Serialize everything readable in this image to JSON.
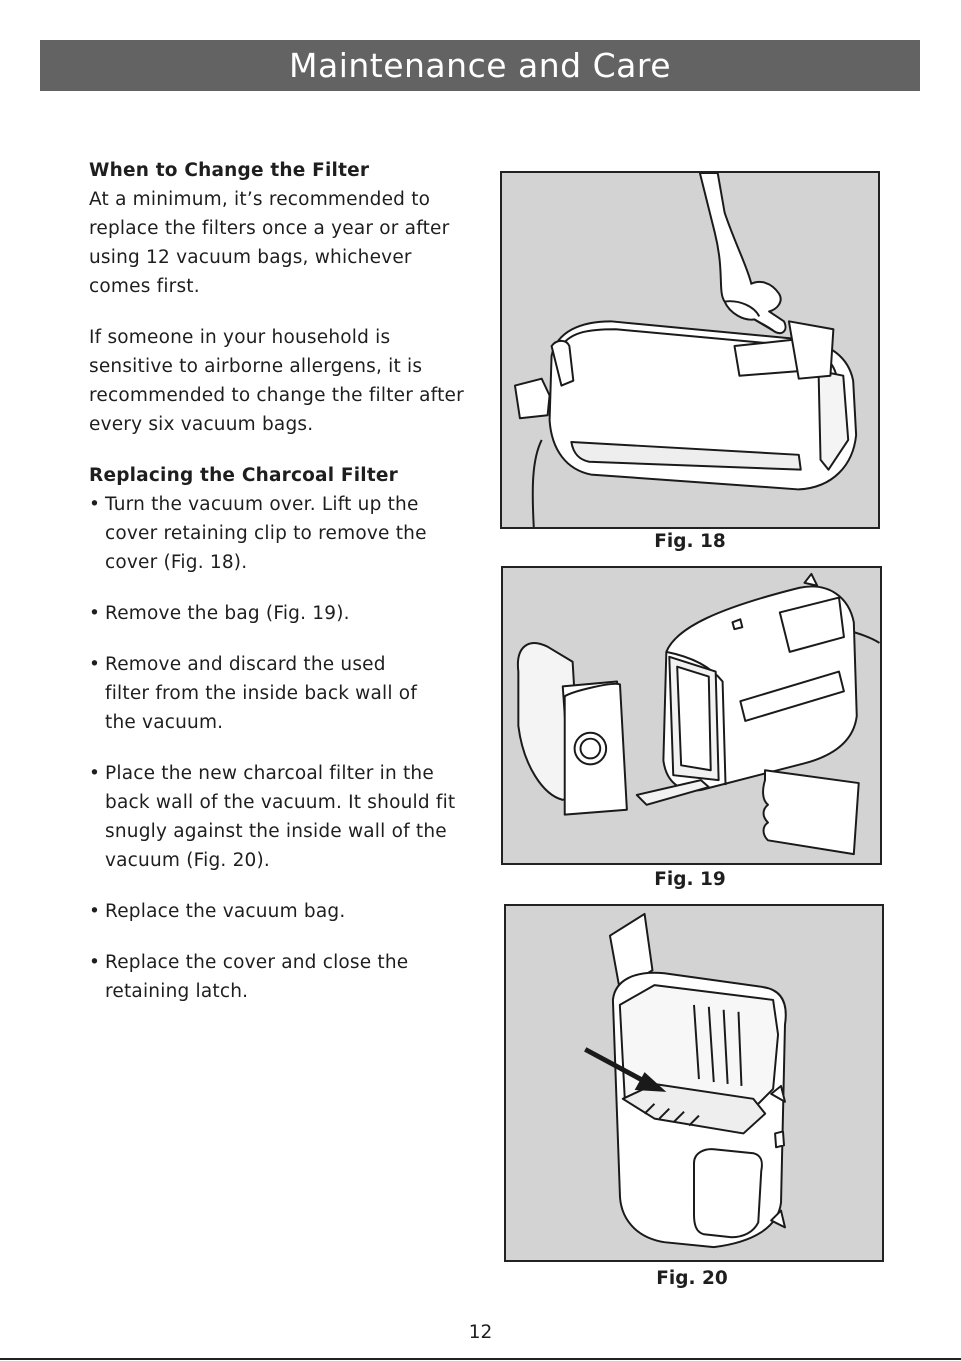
{
  "header": {
    "title": "Maintenance and Care"
  },
  "section1": {
    "heading": "When to Change the Filter",
    "para1_lines": [
      "At a minimum, it’s recommended to",
      "replace the filters once a year or after",
      "using 12 vacuum bags, whichever",
      "comes first."
    ],
    "para2_lines": [
      "If someone in your household is",
      "sensitive to airborne allergens, it is",
      "recommended to change the filter after",
      "every six vacuum bags."
    ]
  },
  "section2": {
    "heading": "Replacing the Charcoal Filter",
    "bullet_char": "•",
    "bullets": [
      [
        "Turn the vacuum over. Lift up the",
        "cover retaining clip to remove the",
        "cover (Fig. 18)."
      ],
      [
        "Remove the bag (Fig. 19)."
      ],
      [
        "Remove and discard the used",
        "filter from the inside back wall of",
        "the vacuum."
      ],
      [
        "Place the new charcoal filter in the",
        "back wall of the vacuum. It should fit",
        "snugly against the inside wall of the",
        "vacuum (Fig. 20)."
      ],
      [
        "Replace the vacuum bag."
      ],
      [
        "Replace the cover and close the",
        "retaining latch."
      ]
    ]
  },
  "figures": [
    {
      "caption": "Fig. 18",
      "subject": "hand-lifting-cover-clip"
    },
    {
      "caption": "Fig. 19",
      "subject": "bag-removed-from-vacuum"
    },
    {
      "caption": "Fig. 20",
      "subject": "charcoal-filter-in-back-wall"
    }
  ],
  "footer": {
    "page_number": "12"
  },
  "colors": {
    "header_bg": "#636363",
    "figure_bg": "#d3d3d3",
    "text": "#1e1e1e"
  }
}
